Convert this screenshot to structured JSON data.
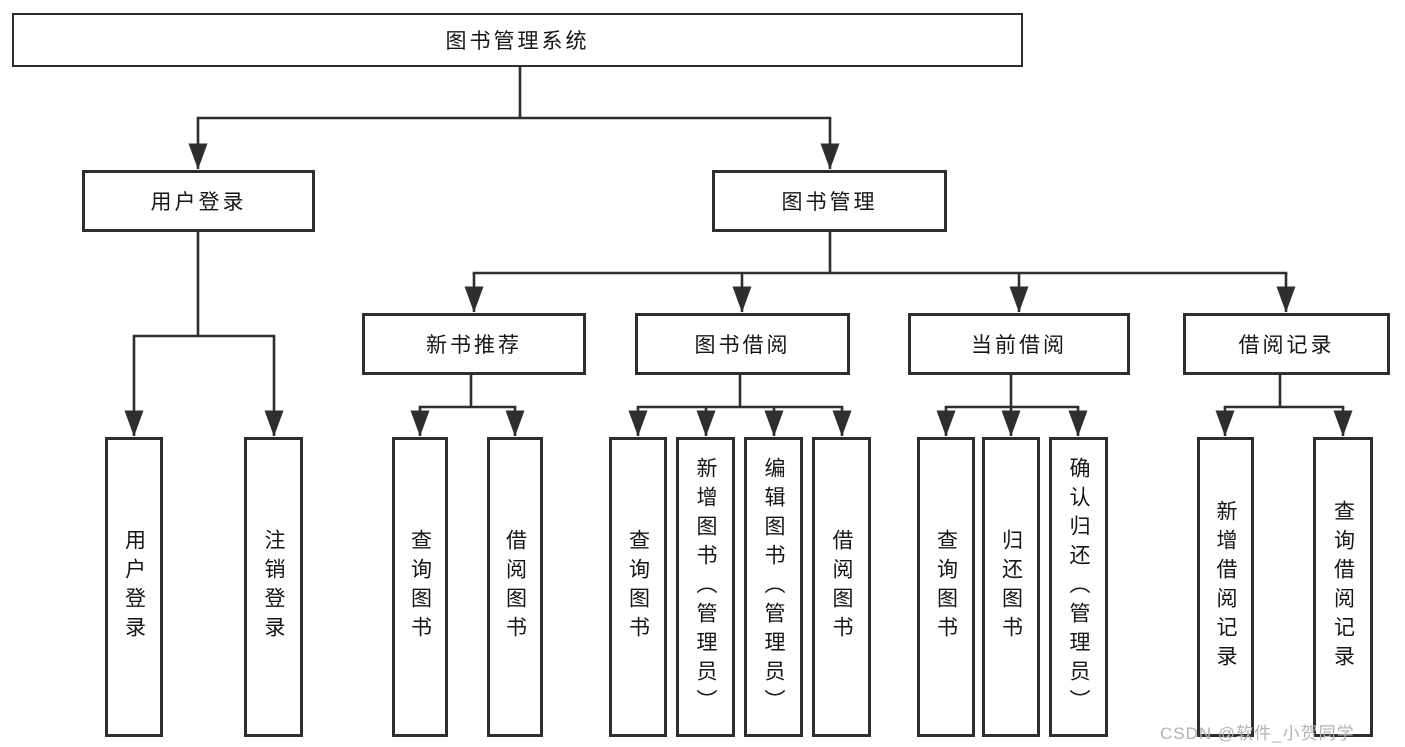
{
  "root": {
    "label": "图书管理系统"
  },
  "level2": [
    {
      "label": "用户登录"
    },
    {
      "label": "图书管理"
    }
  ],
  "level3": [
    {
      "label": "新书推荐"
    },
    {
      "label": "图书借阅"
    },
    {
      "label": "当前借阅"
    },
    {
      "label": "借阅记录"
    }
  ],
  "leaves": [
    {
      "label": "用户登录"
    },
    {
      "label": "注销登录"
    },
    {
      "label": "查询图书"
    },
    {
      "label": "借阅图书"
    },
    {
      "label": "查询图书"
    },
    {
      "label": "新增图书（管理员）"
    },
    {
      "label": "编辑图书（管理员）"
    },
    {
      "label": "借阅图书"
    },
    {
      "label": "查询图书"
    },
    {
      "label": "归还图书"
    },
    {
      "label": "确认归还（管理员）"
    },
    {
      "label": "新增借阅记录"
    },
    {
      "label": "查询借阅记录"
    }
  ],
  "watermark": {
    "text": "CSDN @软件_小贺同学"
  },
  "colors": {
    "line": "#2e2e2e",
    "text": "#161616",
    "box_fill": "#ffffff",
    "background": "#ffffff",
    "watermark": "#b2b2b2"
  }
}
